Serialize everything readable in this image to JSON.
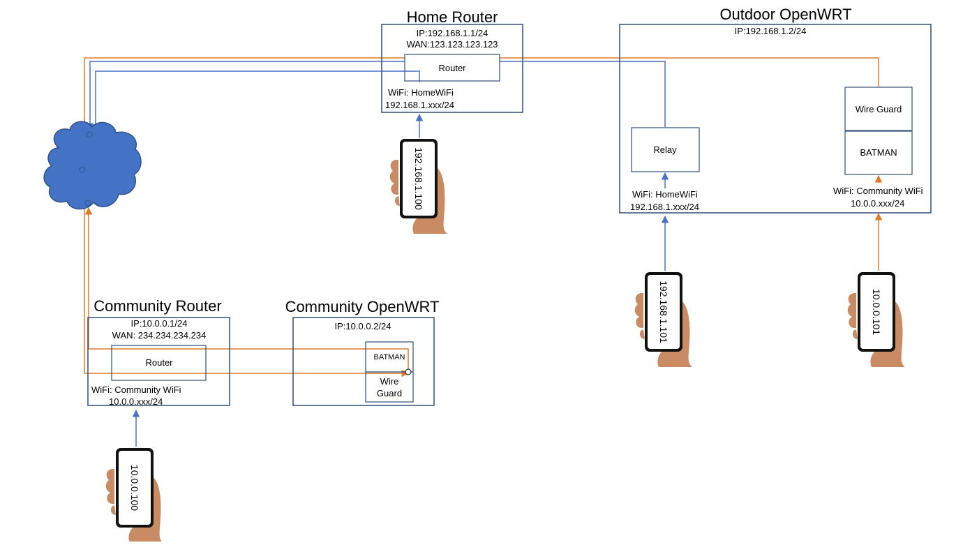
{
  "colors": {
    "box_stroke": "#2f4f77",
    "blue_line": "#4a72c4",
    "orange_line": "#e07a2c",
    "cloud_fill": "#4472c4",
    "cloud_stroke": "#2f528f",
    "skin": "#c98b63",
    "phone_body": "#111111"
  },
  "icons": {
    "cloud": "internet-cloud-icon",
    "phone": "smartphone-in-hand-icon"
  },
  "home_router": {
    "title": "Home Router",
    "ip": "IP:192.168.1.1/24",
    "wan": "WAN:123.123.123.123",
    "inner": "Router",
    "wifi": "WiFi: HomeWiFi",
    "subnet": "192.168.1.xxx/24"
  },
  "outdoor": {
    "title": "Outdoor OpenWRT",
    "ip": "IP:192.168.1.2/24",
    "relay": "Relay",
    "wireguard": "Wire Guard",
    "batman": "BATMAN",
    "wifi_home": "WiFi: HomeWiFi",
    "subnet_home": "192.168.1.xxx/24",
    "wifi_comm": "WiFi: Community WiFi",
    "subnet_comm": "10.0.0.xxx/24"
  },
  "community_router": {
    "title": "Community Router",
    "ip": "IP:10.0.0.1/24",
    "wan": "WAN: 234.234.234.234",
    "inner": "Router",
    "wifi": "WiFi: Community WiFi",
    "subnet": "10.0.0.xxx/24"
  },
  "community_openwrt": {
    "title": "Community OpenWRT",
    "ip": "IP:10.0.0.2/24",
    "batman": "BATMAN",
    "wire": "Wire",
    "guard": "Guard"
  },
  "phones": {
    "home": "192.168.1.100",
    "outdoor_home": "192.168.1.101",
    "outdoor_comm": "10.0.0.101",
    "community": "10.0.0.100"
  }
}
